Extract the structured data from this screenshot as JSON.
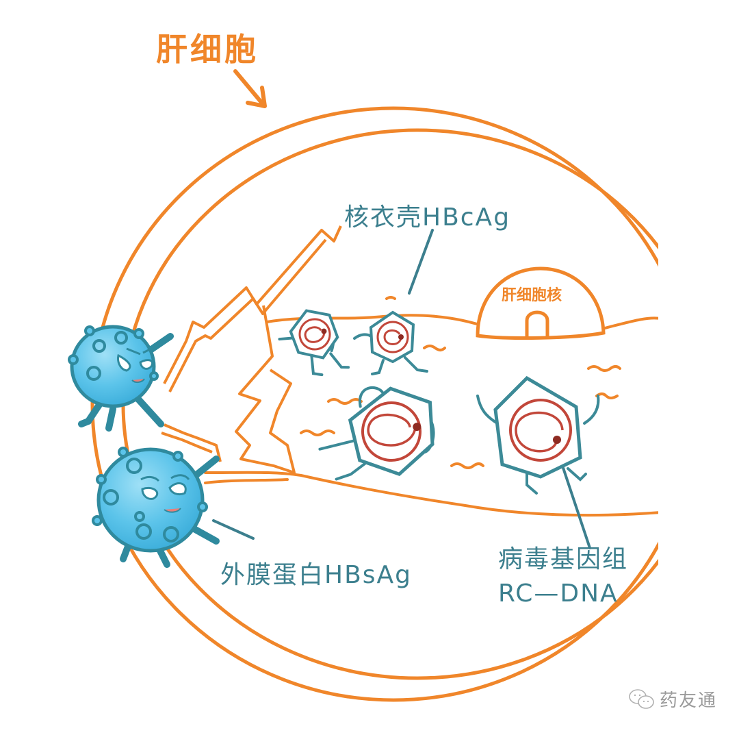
{
  "diagram": {
    "title": "肝细胞",
    "labels": {
      "hepatocyte": "肝细胞",
      "nucleus": "肝细胞核",
      "core_capsid": "核衣壳HBcAg",
      "surface_protein": "外膜蛋白HBsAg",
      "viral_genome_line1": "病毒基因组",
      "viral_genome_line2": "RC—DNA"
    },
    "characters": {
      "surface_antigens": 2,
      "capsids": 4
    },
    "colors": {
      "membrane": "#f0862a",
      "label_orange": "#f0862a",
      "label_teal": "#3c7f8e",
      "capsid_outline": "#3c8a97",
      "genome_spiral": "#c2473a",
      "antigen_fill": "#5cc4ea",
      "antigen_outline": "#2f8a9e"
    }
  },
  "watermark": {
    "icon": "wechat-icon",
    "text": "药友通"
  }
}
